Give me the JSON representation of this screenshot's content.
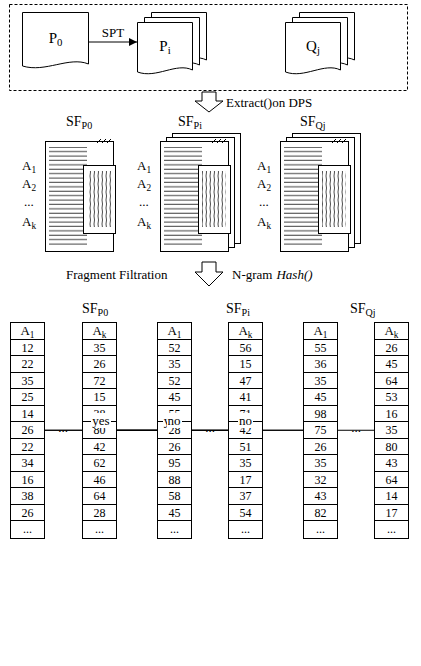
{
  "diagram": {
    "nodes": [
      {
        "text": [
          "P0"
        ]
      },
      {
        "text": [
          "Pi"
        ]
      },
      {
        "text": [
          "Qj"
        ]
      },
      {
        "text": [
          "A1",
          "12",
          "22",
          "35",
          "25",
          "14",
          "26",
          "22",
          "34",
          "16",
          "38",
          "26",
          "..."
        ]
      },
      {
        "text": [
          "Ak",
          "35",
          "26",
          "72",
          "15",
          "38",
          "80",
          "42",
          "62",
          "46",
          "64",
          "28",
          "..."
        ]
      },
      {
        "text": [
          "A1",
          "52",
          "35",
          "52",
          "45",
          "55",
          "28",
          "26",
          "95",
          "88",
          "58",
          "45",
          "..."
        ]
      },
      {
        "text": [
          "Ak",
          "56",
          "15",
          "47",
          "41",
          "71",
          "42",
          "51",
          "35",
          "17",
          "37",
          "54",
          "..."
        ]
      },
      {
        "text": [
          "A1",
          "55",
          "36",
          "35",
          "45",
          "98",
          "75",
          "26",
          "35",
          "32",
          "43",
          "82",
          "..."
        ]
      },
      {
        "text": [
          "Ak",
          "26",
          "45",
          "64",
          "53",
          "16",
          "35",
          "80",
          "43",
          "64",
          "14",
          "17",
          "..."
        ]
      }
    ],
    "edges": [
      {
        "from": 0,
        "to": 1,
        "label": "SPT",
        "arrow": "to"
      },
      {
        "from": 3,
        "to": 5,
        "label": "yes",
        "arrow": "none"
      },
      {
        "from": 4,
        "to": 6,
        "label": "yes",
        "arrow": "none"
      },
      {
        "from": 3,
        "to": 7,
        "label": "no",
        "arrow": "none"
      },
      {
        "from": 4,
        "to": 8,
        "label": "no",
        "arrow": "none"
      }
    ],
    "labels": [
      "Extract()on DPS",
      "SFP0",
      "SFPi",
      "SFQj",
      "A1",
      "A2",
      "...",
      "Ak",
      "A1",
      "A2",
      "...",
      "Ak",
      "A1",
      "A2",
      "...",
      "Ak",
      "Fragment Filtration",
      "N-gram",
      "Hash()",
      "SFP0",
      "SFPi",
      "SFQj",
      "...",
      "...",
      "..."
    ]
  }
}
